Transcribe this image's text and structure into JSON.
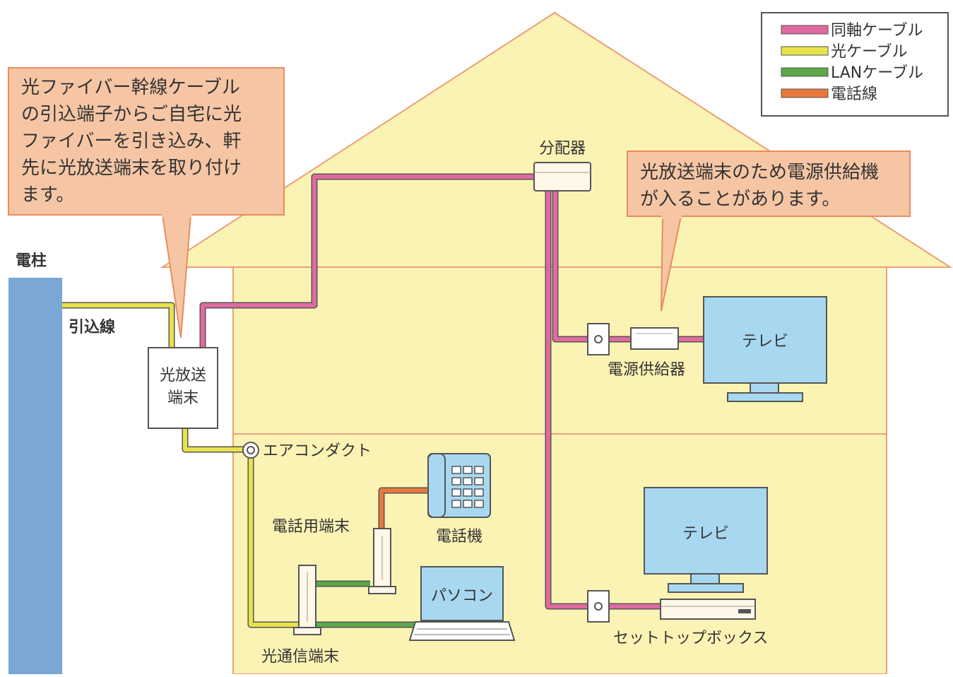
{
  "callouts": {
    "left": [
      "光ファイバー幹線ケーブル",
      "の引込端子からご自宅に光",
      "ファイバーを引き込み、軒",
      "先に光放送端末を取り付け",
      "ます。"
    ],
    "right": [
      "光放送端末のため電源供給機",
      "が入ることがあります。"
    ]
  },
  "labels": {
    "pole": "電柱",
    "dropline": "引込線",
    "optical_terminal_line1": "光放送",
    "optical_terminal_line2": "端末",
    "splitter": "分配器",
    "air_duct": "エアコンダクト",
    "phone_terminal": "電話用端末",
    "phone": "電話機",
    "pc": "パソコン",
    "onu": "光通信端末",
    "power_supply": "電源供給器",
    "tv_upper": "テレビ",
    "tv_lower": "テレビ",
    "stb": "セットトップボックス"
  },
  "legend": [
    {
      "label": "同軸ケーブル",
      "color": "#e06aa0"
    },
    {
      "label": "光ケーブル",
      "color": "#e8e24a"
    },
    {
      "label": "LANケーブル",
      "color": "#5aa84a"
    },
    {
      "label": "電話線",
      "color": "#e8783a"
    }
  ],
  "colors": {
    "house": "#fbf3b4",
    "house_stroke": "#e9a078",
    "callout_fill": "#f6c6a4",
    "callout_stroke": "#e98c5c",
    "pole": "#7aa7d4",
    "screen": "#a8d8f0",
    "device": "#fff7e8"
  }
}
